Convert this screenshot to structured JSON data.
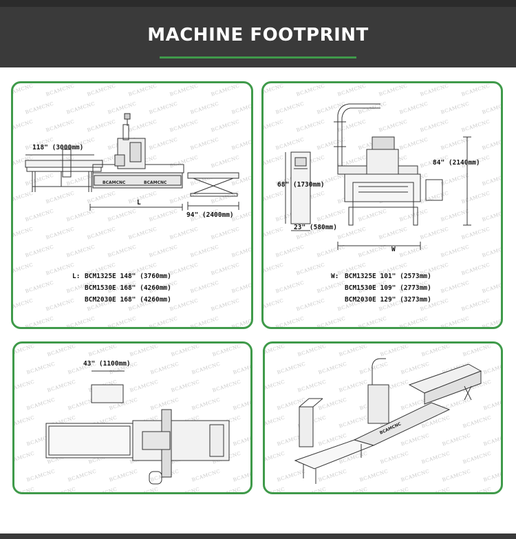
{
  "header": {
    "title": "MACHINE FOOTPRINT"
  },
  "watermark": "BCAMCNC",
  "panel1": {
    "dim_width": "118\" (3000mm)",
    "dim_length_label": "L",
    "dim_table": "94\" (2400mm)",
    "machine_label_1": "BCAMCNC",
    "machine_label_2": "BCAMCNC",
    "specs": [
      {
        "prefix": "L:",
        "model": "BCM1325E",
        "value": "148\" (3760mm)"
      },
      {
        "prefix": "",
        "model": "BCM1530E",
        "value": "168\" (4260mm)"
      },
      {
        "prefix": "",
        "model": "BCM2030E",
        "value": "168\" (4260mm)"
      }
    ]
  },
  "panel2": {
    "dim_height": "84\" (2140mm)",
    "dim_cabinet_height": "68\" (1730mm)",
    "dim_cabinet_depth": "23\" (580mm)",
    "dim_width_label": "W",
    "specs": [
      {
        "prefix": "W:",
        "model": "BCM1325E",
        "value": "101\" (2573mm)"
      },
      {
        "prefix": "",
        "model": "BCM1530E",
        "value": "109\" (2773mm)"
      },
      {
        "prefix": "",
        "model": "BCM2030E",
        "value": "129\" (3273mm)"
      }
    ]
  },
  "panel3": {
    "dim_box": "43\" (1100mm)"
  },
  "panel4": {
    "machine_label": "BCAMCNC"
  }
}
